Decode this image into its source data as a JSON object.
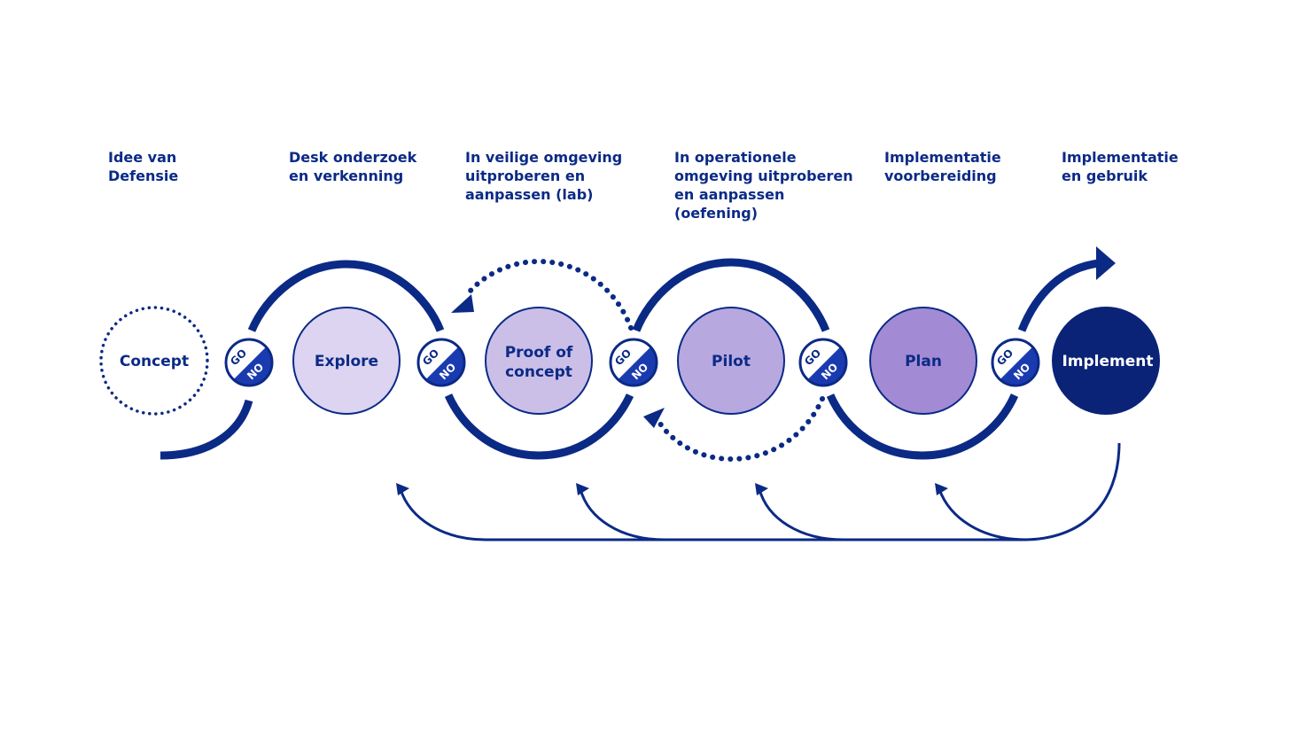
{
  "colors": {
    "navy": "#0b2a86",
    "deep": "#0a2377",
    "gate_blue": "#1a3bb0",
    "explore_fill": "#dcd4f0",
    "poc_fill": "#cbbfe8",
    "pilot_fill": "#b8a8e0",
    "plan_fill": "#a28bd4",
    "implement_fill": "#0a2377"
  },
  "stage_labels": [
    [
      "Idee van",
      "Defensie"
    ],
    [
      "Desk onderzoek",
      "en verkenning"
    ],
    [
      "In veilige omgeving",
      "uitproberen en",
      "aanpassen (lab)"
    ],
    [
      "In operationele",
      "omgeving uitproberen",
      "en aanpassen",
      "(oefening)"
    ],
    [
      "Implementatie",
      "voorbereiding"
    ],
    [
      "Implementatie",
      "en gebruik"
    ]
  ],
  "phases": {
    "concept": "Concept",
    "explore": "Explore",
    "poc_line1": "Proof of",
    "poc_line2": "concept",
    "pilot": "Pilot",
    "plan": "Plan",
    "implement": "Implement"
  },
  "gate": {
    "go": "GO",
    "no": "NO"
  }
}
